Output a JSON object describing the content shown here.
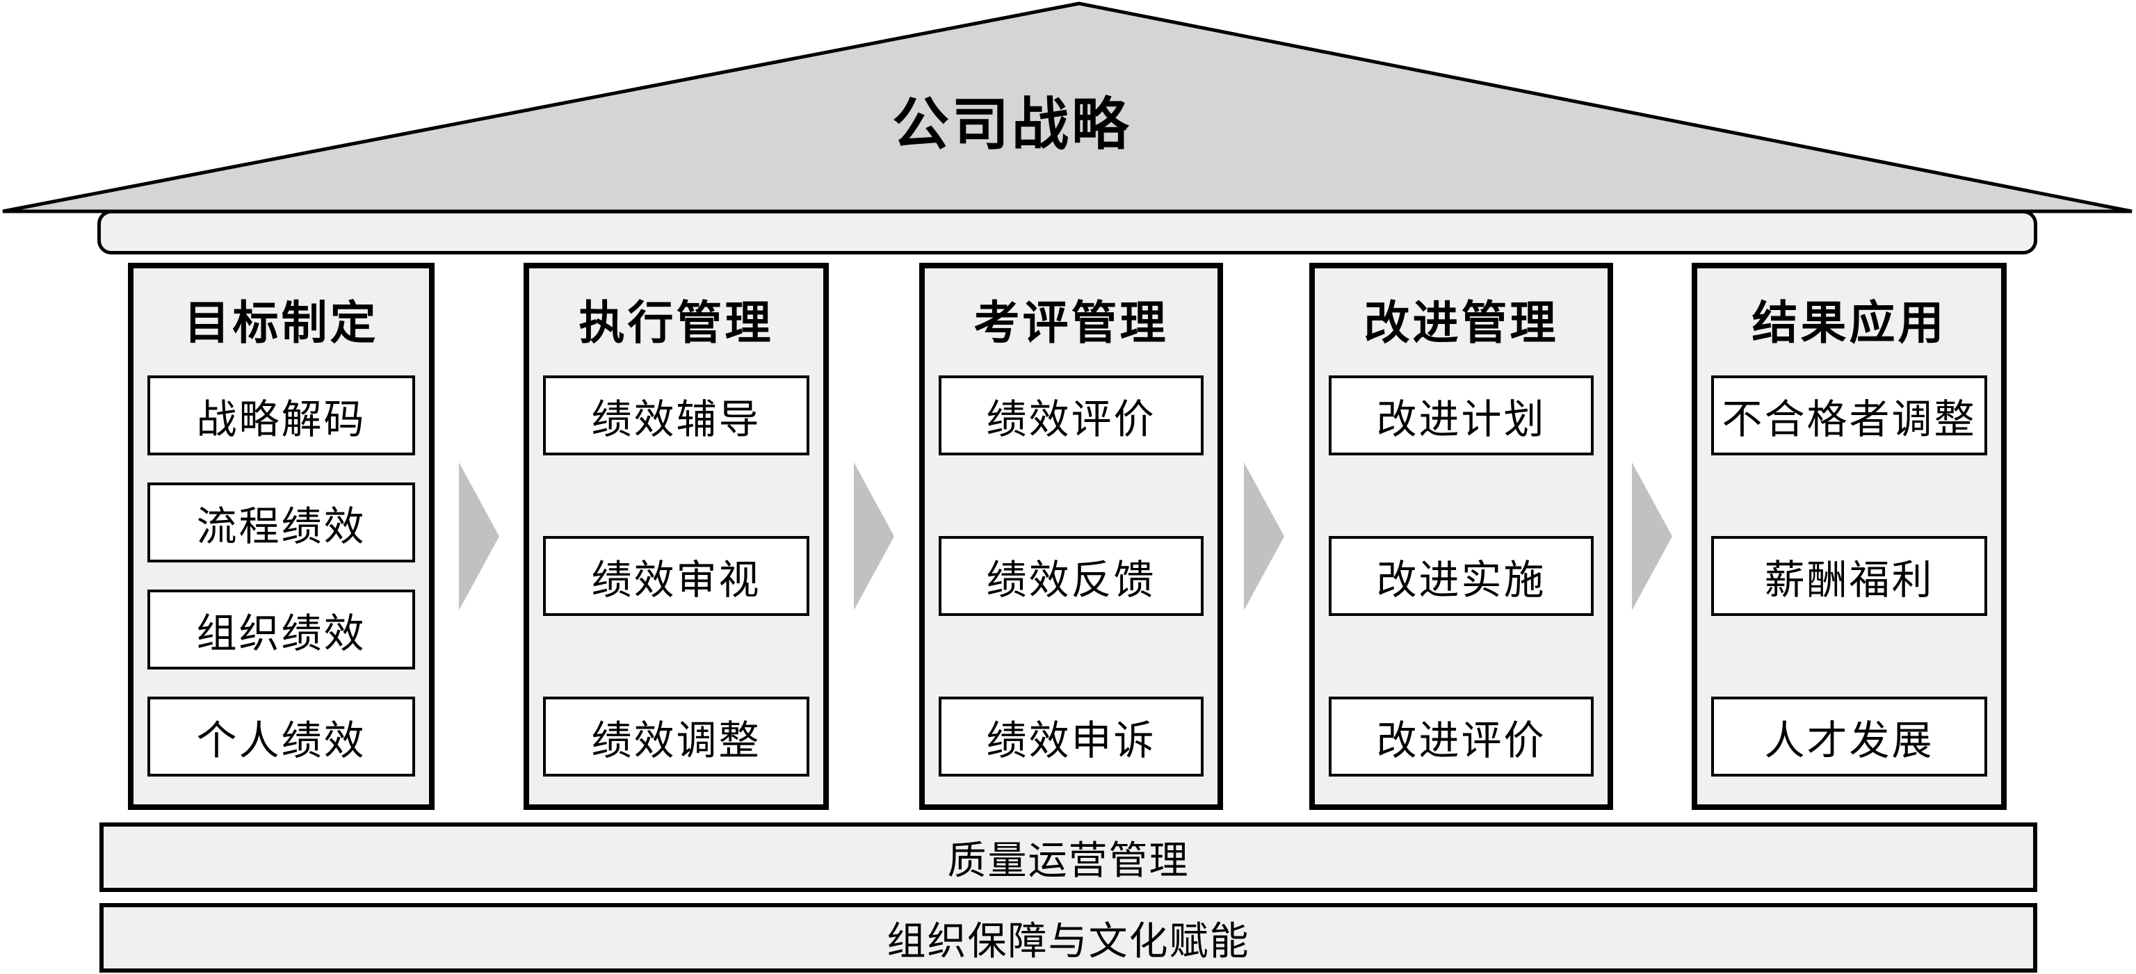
{
  "diagram": {
    "roof": {
      "label": "公司战略"
    },
    "pillars": [
      {
        "title": "目标制定",
        "items": [
          "战略解码",
          "流程绩效",
          "组织绩效",
          "个人绩效"
        ]
      },
      {
        "title": "执行管理",
        "items": [
          "绩效辅导",
          "绩效审视",
          "绩效调整"
        ]
      },
      {
        "title": "考评管理",
        "items": [
          "绩效评价",
          "绩效反馈",
          "绩效申诉"
        ]
      },
      {
        "title": "改进管理",
        "items": [
          "改进计划",
          "改进实施",
          "改进评价"
        ]
      },
      {
        "title": "结果应用",
        "items": [
          "不合格者调整",
          "薪酬福利",
          "人才发展"
        ]
      }
    ],
    "foundations": [
      {
        "label": "质量运营管理"
      },
      {
        "label": "组织保障与文化赋能"
      }
    ],
    "colors": {
      "roof_fill": "#d5d5d5",
      "panel_fill": "#f0f0f0",
      "box_fill": "#ffffff",
      "border": "#000000",
      "arrow_fill": "#c1c1c1"
    }
  }
}
